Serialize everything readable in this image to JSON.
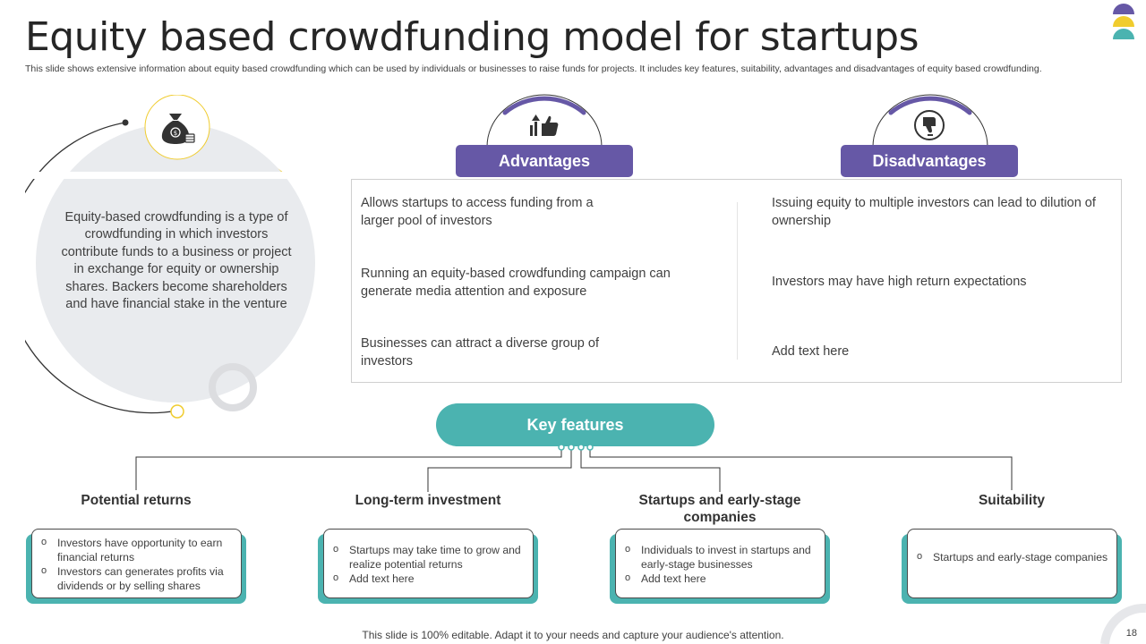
{
  "slide": {
    "title": "Equity based crowdfunding model for startups",
    "subtitle": "This slide shows extensive information about equity based crowdfunding which can be used by individuals or businesses to raise funds for projects. It includes key features, suitability, advantages and disadvantages of equity based crowdfunding.",
    "footer": "This slide is 100% editable. Adapt it to your needs and capture your audience's attention.",
    "page_number": "18"
  },
  "definition": {
    "icon": "money-bag-icon",
    "text": "Equity-based crowdfunding  is a type of crowdfunding  in which investors contribute funds to a business or project in exchange for equity or ownership shares. Backers become shareholders  and have  financial stake in the venture"
  },
  "advantages": {
    "label": "Advantages",
    "icon": "thumbs-up-icon",
    "items": [
      "Allows startups to access funding from a larger pool of investors",
      "Running  an equity-based crowdfunding  campaign can generate media attention and exposure",
      "Businesses can attract a diverse group of investors"
    ]
  },
  "disadvantages": {
    "label": "Disadvantages",
    "icon": "thumbs-down-icon",
    "items": [
      "Issuing equity to multiple investors can lead to dilution of ownership",
      "Investors  may have high return  expectations",
      "Add text here"
    ]
  },
  "key_features": {
    "label": "Key features",
    "features": [
      {
        "title": "Potential returns",
        "bullets": [
          "Investors  have  opportunity to earn financial returns",
          "Investors  can generates profits via dividends  or by selling shares"
        ]
      },
      {
        "title": "Long-term investment",
        "bullets": [
          "Startups may take time to grow and realize potential returns",
          "Add text here"
        ]
      },
      {
        "title": "Startups and early-stage companies",
        "bullets": [
          "Individuals  to invest in startups and early-stage businesses",
          "Add text here"
        ]
      },
      {
        "title": "Suitability",
        "bullets": [
          "Startups and early-stage companies"
        ]
      }
    ]
  },
  "colors": {
    "purple": "#6658a6",
    "teal": "#4bb3b0",
    "yellow": "#f0cc2e",
    "light_gray": "#e9ebee"
  }
}
